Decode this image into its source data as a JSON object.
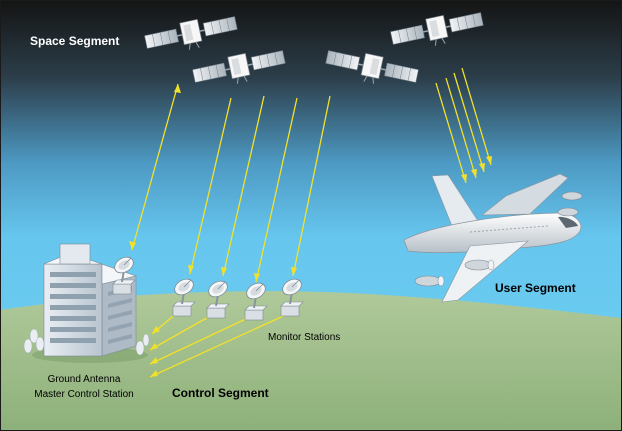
{
  "labels": {
    "space_segment": "Space Segment",
    "user_segment": "User Segment",
    "monitor_stations": "Monitor Stations",
    "ground_antenna": "Ground Antenna",
    "master_control_station": "Master Control Station",
    "control_segment": "Control Segment"
  },
  "colors": {
    "sky_top": "#1a1a1a",
    "sky_mid": "#3b6d8c",
    "sky_low": "#6ccbef",
    "ground": "#9fbe86",
    "signal": "#f2e12a"
  },
  "icons": [
    "satellite-icon",
    "airplane-icon",
    "dish-antenna-icon",
    "building-icon"
  ]
}
